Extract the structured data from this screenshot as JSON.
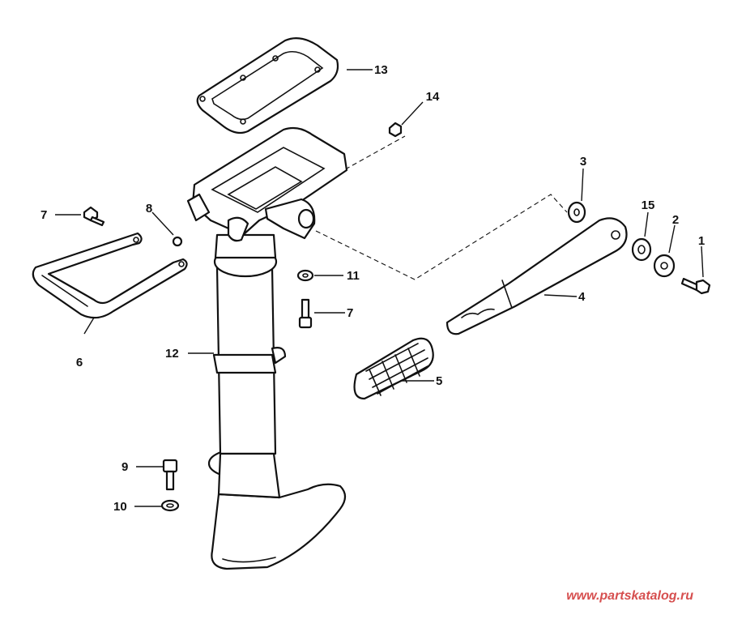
{
  "callouts": [
    "1",
    "2",
    "3",
    "4",
    "5",
    "6",
    "7",
    "8",
    "9",
    "10",
    "11",
    "12",
    "13",
    "14",
    "15"
  ],
  "callout_7b": "7",
  "watermark": "www.partskatalog.ru",
  "colors": {
    "ink": "#111111",
    "background": "#ffffff",
    "watermark": "#d64f4f"
  }
}
